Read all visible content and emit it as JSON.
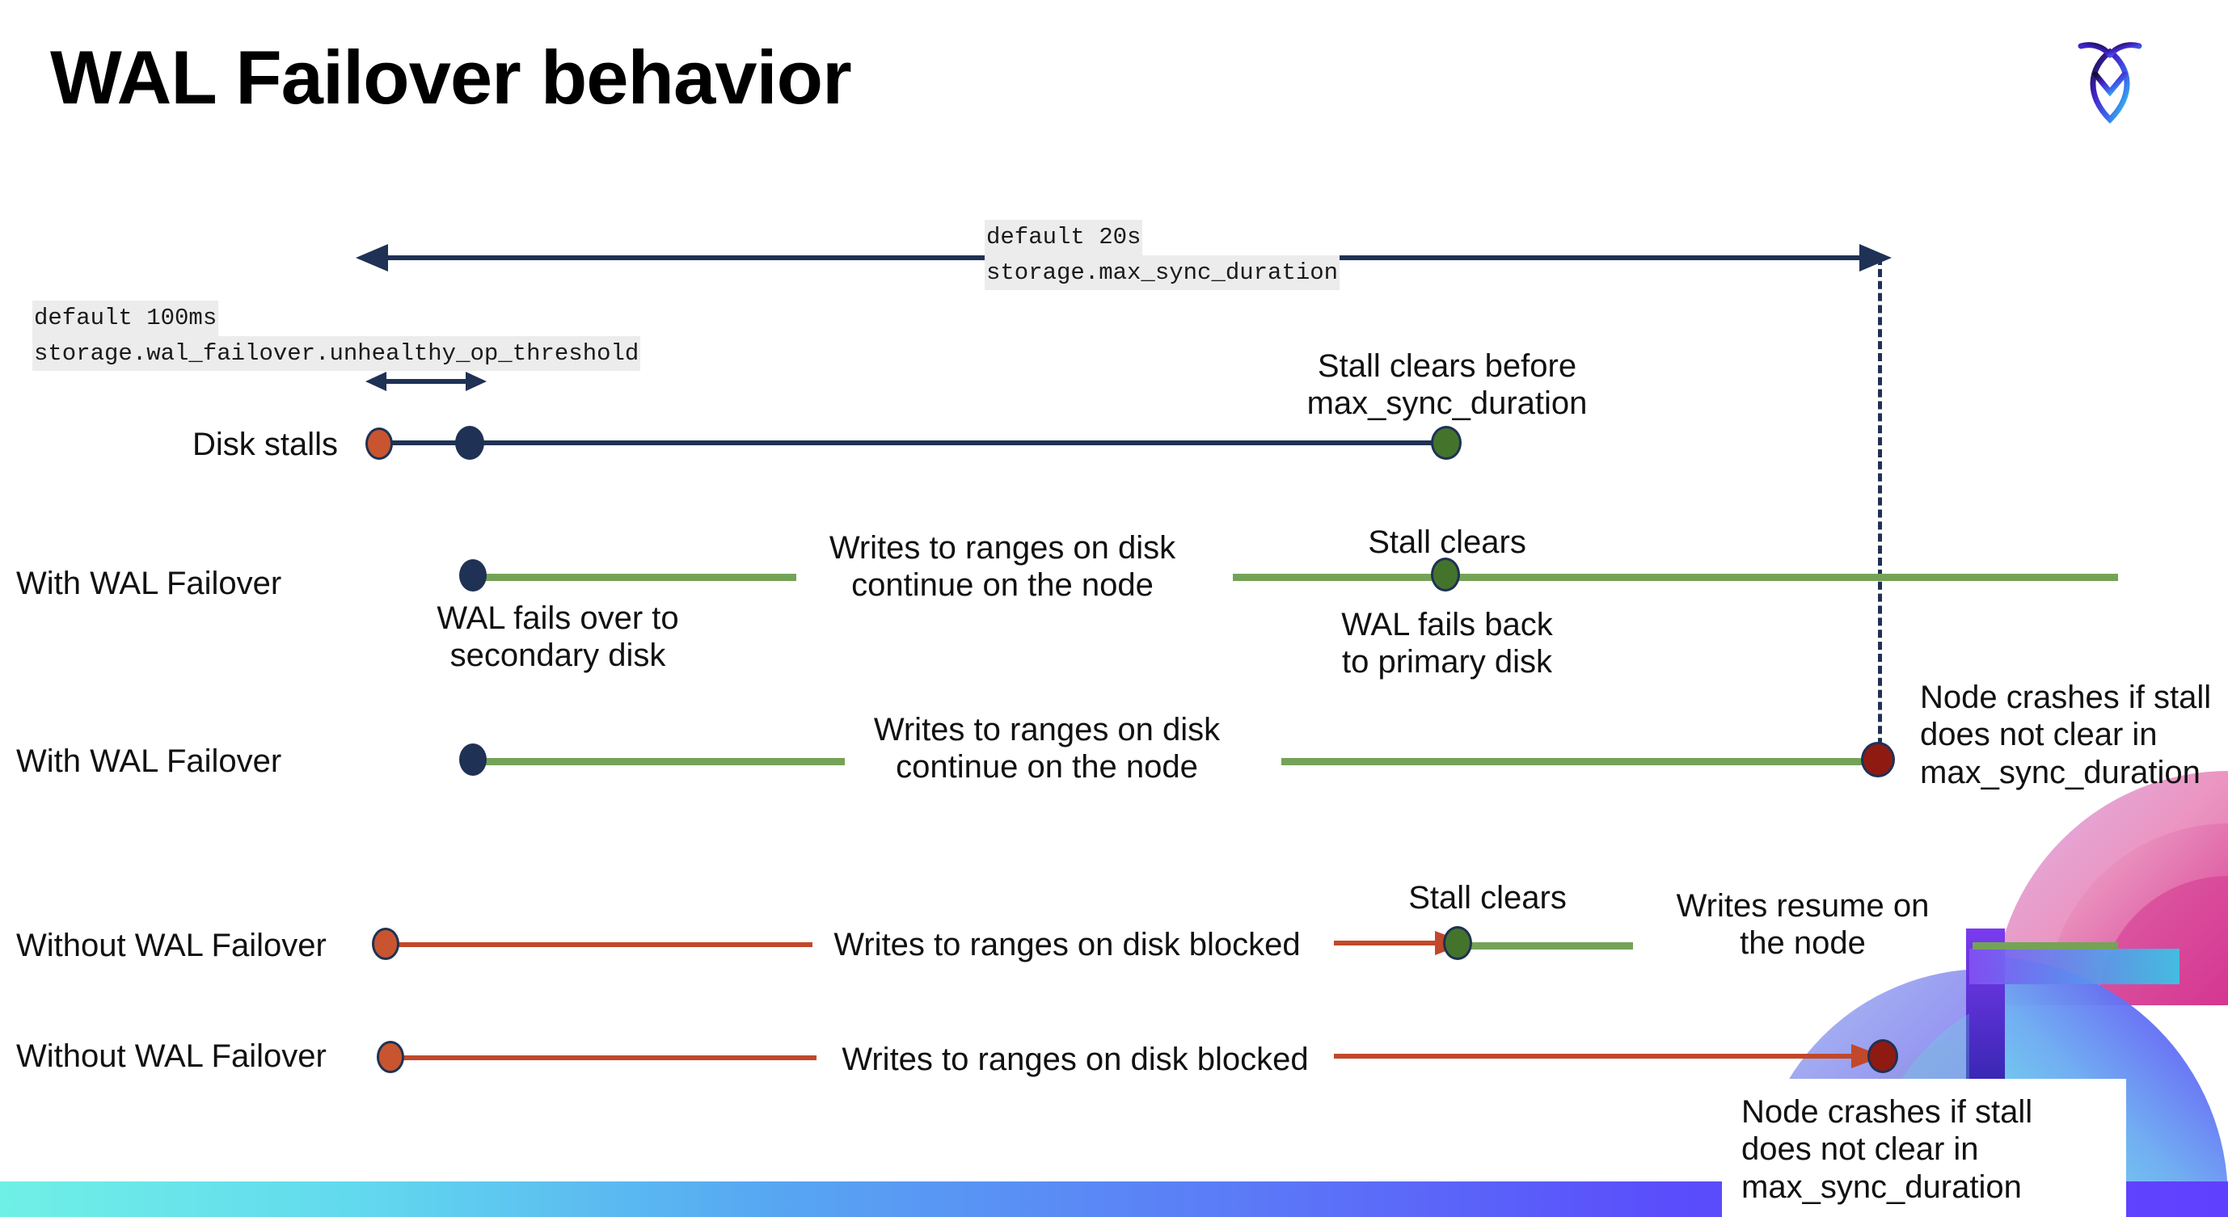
{
  "slide": {
    "title": "WAL Failover behavior",
    "logo_name": "cockroachdb-logo"
  },
  "annotations": {
    "max_sync_duration": {
      "default": "default 20s",
      "setting": "storage.max_sync_duration"
    },
    "unhealthy_op_threshold": {
      "default": "default 100ms",
      "setting": "storage.wal_failover.unhealthy_op_threshold"
    }
  },
  "rows": [
    {
      "label": "Disk stalls",
      "notes": [
        "Stall clears before\nmax_sync_duration"
      ]
    },
    {
      "label": "With WAL Failover",
      "notes": [
        "Writes to ranges on disk\ncontinue on the node",
        "Stall clears",
        "WAL fails over to\nsecondary disk",
        "WAL fails  back\nto primary disk"
      ]
    },
    {
      "label": "With WAL Failover",
      "notes": [
        "Writes to ranges on disk\ncontinue on the node",
        "Node crashes if stall\ndoes not clear in\nmax_sync_duration"
      ]
    },
    {
      "label": "Without WAL Failover",
      "notes": [
        "Writes to ranges on disk  blocked",
        "Stall clears",
        "Writes resume on\nthe node"
      ]
    },
    {
      "label": "Without WAL Failover",
      "notes": [
        "Writes to ranges on disk  blocked",
        "Node crashes if stall\ndoes not clear in\nmax_sync_duration"
      ]
    }
  ],
  "colors": {
    "navy": "#1f3154",
    "green_line": "#74a357",
    "red_line": "#c1482a",
    "dot_orange": "#c8552f",
    "dot_green": "#44742c",
    "dot_darkred": "#8f1a12",
    "code_bg": "#ececec",
    "band_start": "#6ff0e6",
    "band_end": "#6040ff"
  }
}
